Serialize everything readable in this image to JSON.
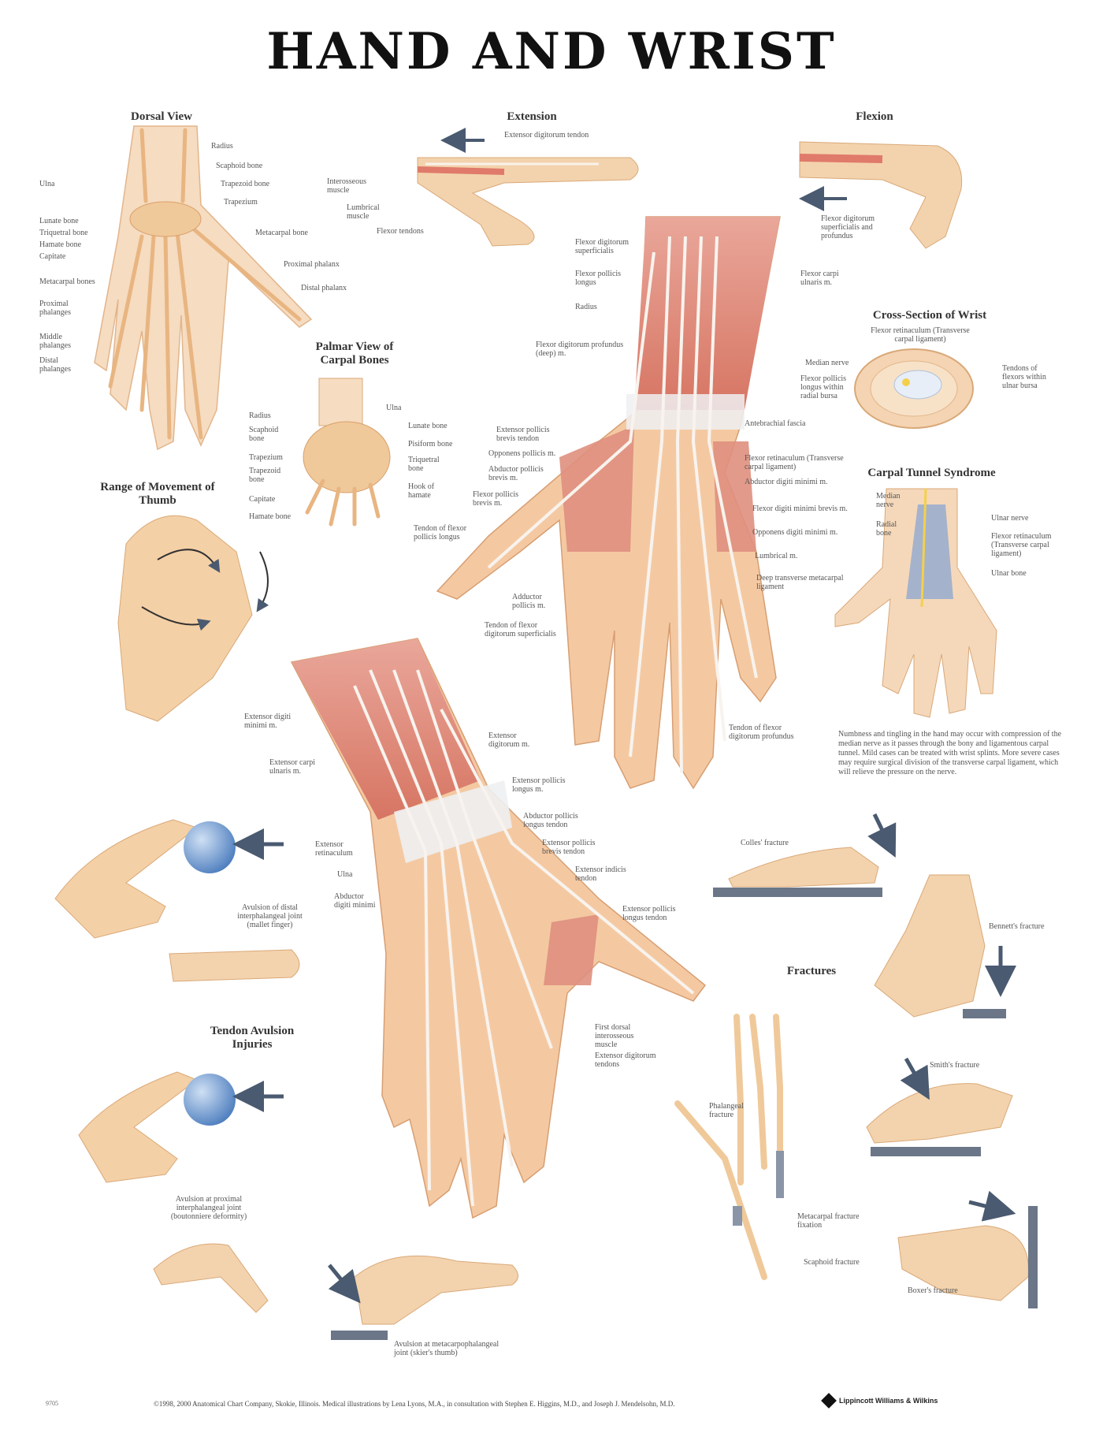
{
  "title": "HAND AND WRIST",
  "sections": {
    "dorsal_view": "Dorsal View",
    "extension": "Extension",
    "flexion": "Flexion",
    "palmar_carpal": "Palmar View of Carpal Bones",
    "cross_section": "Cross-Section of Wrist",
    "carpal_tunnel": "Carpal Tunnel Syndrome",
    "thumb_movement": "Range of Movement of Thumb",
    "tendon_avulsion": "Tendon Avulsion Injuries",
    "fractures": "Fractures"
  },
  "labels": {
    "dorsal": {
      "ulna": "Ulna",
      "radius": "Radius",
      "scaphoid": "Scaphoid bone",
      "trapezoid": "Trapezoid bone",
      "trapezium": "Trapezium",
      "lunate": "Lunate bone",
      "triquetral": "Triquetral bone",
      "hamate": "Hamate bone",
      "capitate": "Capitate",
      "metacarpal_bone": "Metacarpal bone",
      "metacarpal_bones": "Metacarpal bones",
      "proximal_phalanx": "Proximal phalanx",
      "distal_phalanx": "Distal phalanx",
      "proximal_phalanges": "Proximal phalanges",
      "middle_phalanges": "Middle phalanges",
      "distal_phalanges": "Distal phalanges"
    },
    "extension": {
      "extensor_tendon": "Extensor digitorum tendon",
      "interosseous": "Interosseous muscle",
      "lumbrical": "Lumbrical muscle",
      "flexor_tendons": "Flexor tendons"
    },
    "flexion": {
      "flexor_digitorum": "Flexor digitorum superficialis and profundus"
    },
    "palm": {
      "fds": "Flexor digitorum superficialis",
      "fpl": "Flexor pollicis longus",
      "radius": "Radius",
      "fdp": "Flexor digitorum profundus (deep) m.",
      "fcu": "Flexor carpi ulnaris m.",
      "antebrachial": "Antebrachial fascia",
      "epb": "Extensor pollicis brevis tendon",
      "opponens_pollicis": "Opponens pollicis m.",
      "apb": "Abductor pollicis brevis m.",
      "fpb": "Flexor pollicis brevis m.",
      "tendon_fpl": "Tendon of flexor pollicis longus",
      "adductor_pollicis": "Adductor pollicis m.",
      "tendon_fds": "Tendon of flexor digitorum superficialis",
      "flexor_retinaculum": "Flexor retinaculum (Transverse carpal ligament)",
      "adm": "Abductor digiti minimi m.",
      "fdmb": "Flexor digiti minimi brevis m.",
      "odm": "Opponens digiti minimi m.",
      "lumbrical": "Lumbrical m.",
      "deep_transverse": "Deep transverse metacarpal ligament",
      "tendon_fdp": "Tendon of flexor digitorum profundus"
    },
    "carpal": {
      "radius": "Radius",
      "ulna": "Ulna",
      "scaphoid": "Scaphoid bone",
      "lunate": "Lunate bone",
      "pisiform": "Pisiform bone",
      "triquetral": "Triquetral bone",
      "trapezium": "Trapezium",
      "trapezoid": "Trapezoid bone",
      "hook_hamate": "Hook of hamate",
      "capitate": "Capitate",
      "hamate": "Hamate bone"
    },
    "cross_section": {
      "flexor_retinaculum": "Flexor retinaculum (Transverse carpal ligament)",
      "median_nerve": "Median nerve",
      "fpl_within": "Flexor pollicis longus within radial bursa",
      "tendons_ulnar": "Tendons of flexors within ulnar bursa"
    },
    "carpal_tunnel": {
      "median_nerve": "Median nerve",
      "radial_bone": "Radial bone",
      "ulnar_nerve": "Ulnar nerve",
      "flexor_retinaculum": "Flexor retinaculum (Transverse carpal ligament)",
      "ulnar_bone": "Ulnar bone",
      "description": "Numbness and tingling in the hand may occur with compression of the median nerve as it passes through the bony and ligamentous carpal tunnel. Mild cases can be treated with wrist splints. More severe cases may require surgical division of the transverse carpal ligament, which will relieve the pressure on the nerve."
    },
    "dorsal_muscles": {
      "edm": "Extensor digiti minimi m.",
      "ecu": "Extensor carpi ulnaris m.",
      "ed": "Extensor digitorum m.",
      "epl": "Extensor pollicis longus m.",
      "apl_tendon": "Abductor pollicis longus tendon",
      "epb_tendon": "Extensor pollicis brevis tendon",
      "extensor_retinaculum": "Extensor retinaculum",
      "ulna": "Ulna",
      "eip": "Extensor indicis tendon",
      "adm": "Abductor digiti minimi",
      "epl_tendon": "Extensor pollicis longus tendon",
      "first_dorsal": "First dorsal interosseous muscle",
      "ed_tendons": "Extensor digitorum tendons"
    },
    "avulsion": {
      "distal": "Avulsion of distal interphalangeal joint (mallet finger)",
      "proximal": "Avulsion at proximal interphalangeal joint (boutonniere deformity)",
      "mcp": "Avulsion at metacarpophalangeal joint (skier's thumb)"
    },
    "fractures": {
      "colles": "Colles' fracture",
      "bennett": "Bennett's fracture",
      "smith": "Smith's fracture",
      "phalangeal": "Phalangeal fracture",
      "metacarpal": "Metacarpal fracture fixation",
      "scaphoid": "Scaphoid fracture",
      "boxer": "Boxer's fracture"
    }
  },
  "footer": {
    "code": "9705",
    "credit": "©1998, 2000 Anatomical Chart Company, Skokie, Illinois. Medical illustrations by Lena Lyons, M.A., in consultation with Stephen E. Higgins, M.D., and Joseph J. Mendelsohn, M.D.",
    "publisher": "Lippincott Williams & Wilkins"
  },
  "colors": {
    "skin": "#f3cfa6",
    "skin_shadow": "#e3ac7c",
    "muscle": "#d9806e",
    "tendon": "#f4eee8",
    "bone": "#f0c99a",
    "nerve": "#f4d04a",
    "ball": "#7fa6d6",
    "arrow": "#4a5a70",
    "carpal_blue": "#8aa5d0"
  }
}
